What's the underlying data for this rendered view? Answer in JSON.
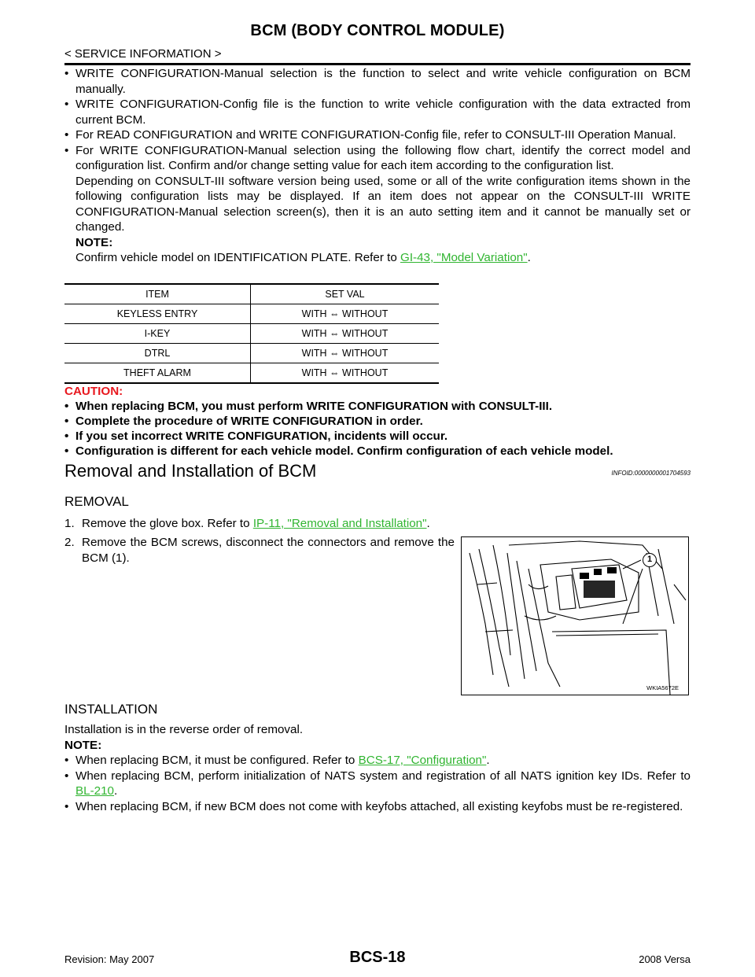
{
  "header": {
    "title": "BCM (BODY CONTROL MODULE)",
    "section": "< SERVICE INFORMATION >"
  },
  "intro": {
    "b1": "WRITE CONFIGURATION-Manual selection is the function to select and write vehicle configuration on BCM manually.",
    "b2": "WRITE CONFIGURATION-Config file is the function to write vehicle configuration with the data extracted from current BCM.",
    "b3": "For READ CONFIGURATION and WRITE CONFIGURATION-Config file, refer to CONSULT-III Operation Manual.",
    "b4_line1": "For WRITE CONFIGURATION-Manual selection using the following flow chart, identify the correct model and configuration list. Confirm and/or change setting value for each item according to the configuration list.",
    "b4_line2": "Depending on CONSULT-III software version being used, some or all of the write configuration items shown in the following configuration lists may be displayed. If an item does not appear on the CONSULT-III WRITE CONFIGURATION-Manual selection screen(s), then it is an auto setting item and it cannot be manually set or changed.",
    "note_label": "NOTE:",
    "note_text": "Confirm vehicle model on IDENTIFICATION PLATE. Refer to ",
    "note_link": "GI-43, \"Model Variation\"",
    "note_end": "."
  },
  "config_table": {
    "headers": [
      "ITEM",
      "SET VAL"
    ],
    "rows": [
      [
        "KEYLESS ENTRY",
        "WITH ⇔ WITHOUT"
      ],
      [
        "I-KEY",
        "WITH ⇔ WITHOUT"
      ],
      [
        "DTRL",
        "WITH ⇔ WITHOUT"
      ],
      [
        "THEFT ALARM",
        "WITH ⇔ WITHOUT"
      ]
    ]
  },
  "caution": {
    "title": "CAUTION:",
    "items": [
      "When replacing BCM, you must perform WRITE CONFIGURATION with CONSULT-III.",
      "Complete the procedure of WRITE CONFIGURATION in order.",
      "If you set incorrect WRITE CONFIGURATION, incidents will occur.",
      "Configuration is different for each vehicle model. Confirm configuration of each vehicle model."
    ]
  },
  "removal_section": {
    "title": "Removal and Installation of BCM",
    "infoid": "INFOID:0000000001704593",
    "removal_heading": "REMOVAL",
    "step1_num": "1.",
    "step1_text": "Remove the glove box. Refer to ",
    "step1_link": "IP-11, \"Removal and Installation\"",
    "step1_end": ".",
    "step2_num": "2.",
    "step2_text": "Remove the BCM screws, disconnect the connectors and remove the BCM (1).",
    "figure_callout": "1",
    "figure_code": "WKIA5672E"
  },
  "installation": {
    "heading": "INSTALLATION",
    "text": "Installation is in the reverse order of removal.",
    "note_label": "NOTE:",
    "b1_text": "When replacing BCM, it must be configured. Refer to ",
    "b1_link": "BCS-17, \"Configuration\"",
    "b1_end": ".",
    "b2_text": "When replacing BCM, perform initialization of NATS system and registration of all NATS ignition key IDs. Refer to ",
    "b2_link": "BL-210",
    "b2_end": ".",
    "b3_text": "When replacing BCM, if new BCM does not come with keyfobs attached, all existing keyfobs must be re-registered."
  },
  "footer": {
    "revision": "Revision: May 2007",
    "page": "BCS-18",
    "model": "2008 Versa"
  },
  "colors": {
    "link": "#31b531",
    "caution": "#e8171e"
  }
}
